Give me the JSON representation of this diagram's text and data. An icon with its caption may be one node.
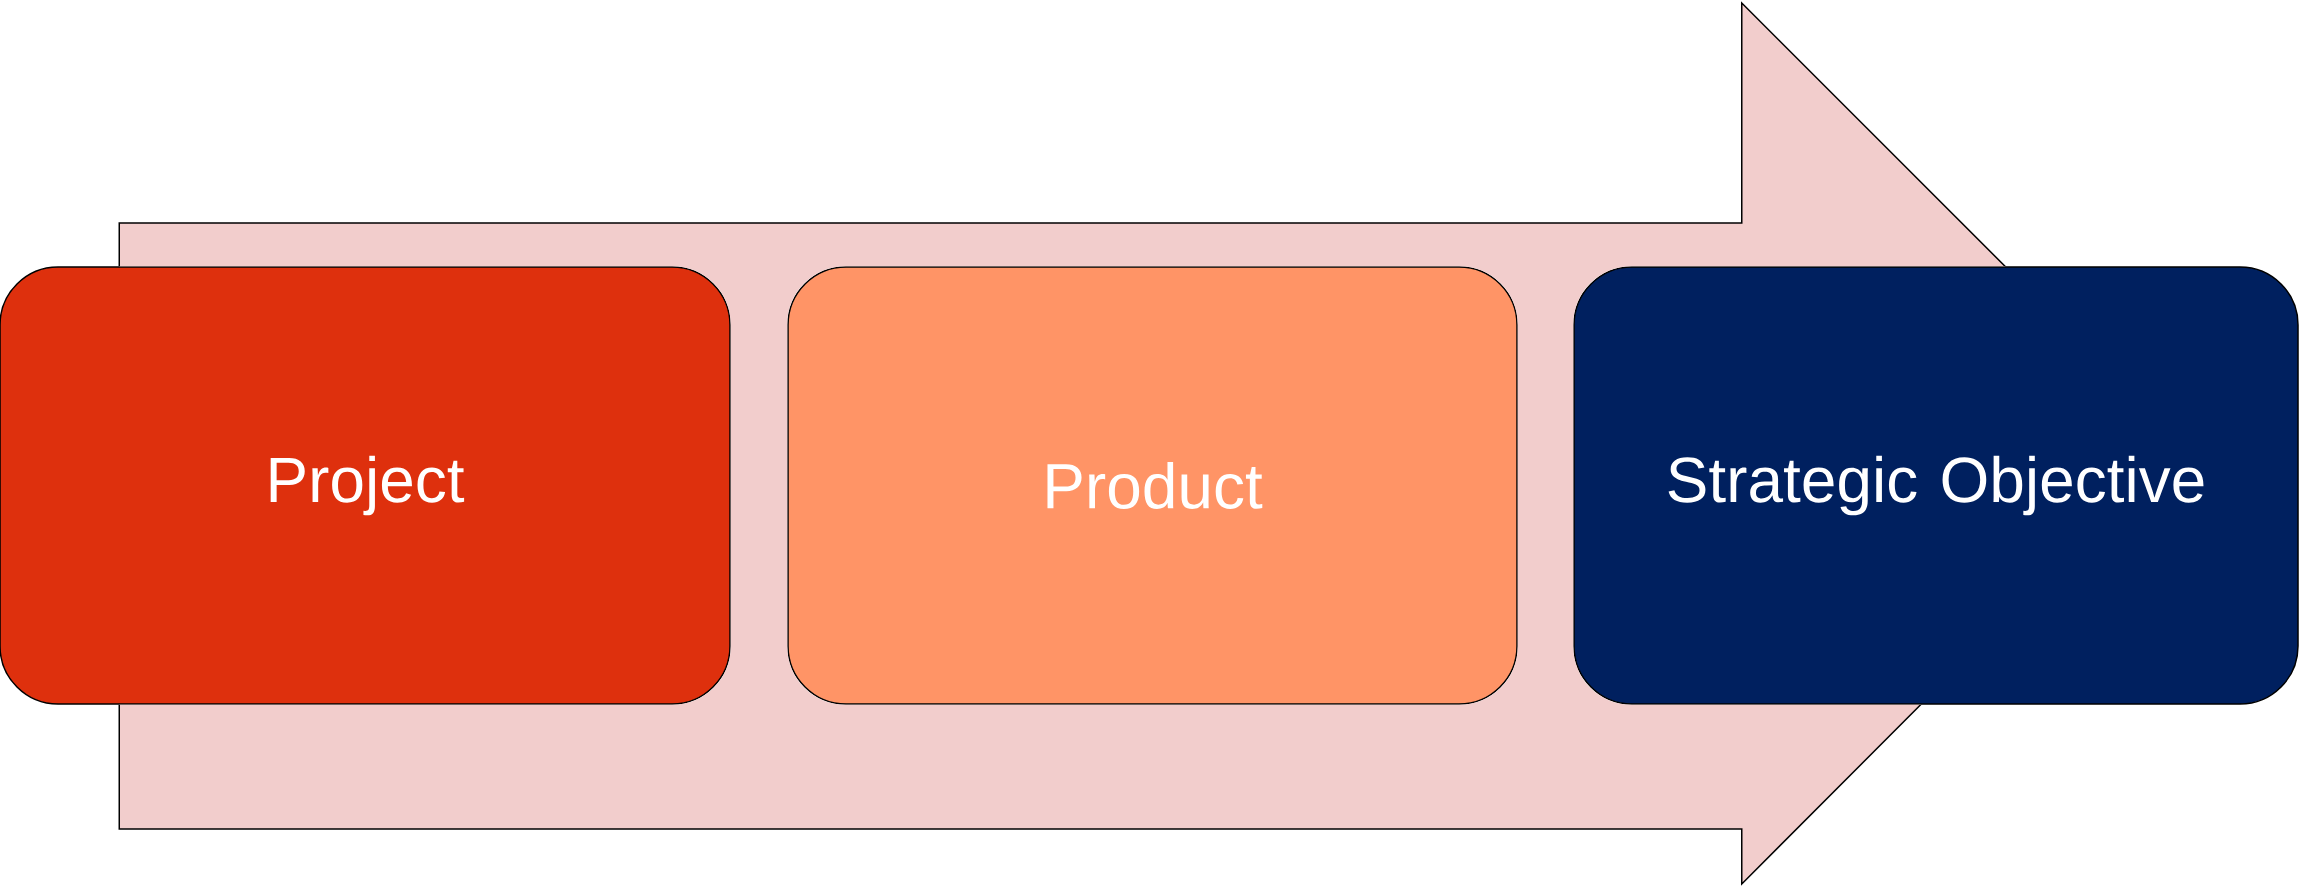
{
  "diagram": {
    "nodes": [
      {
        "text": [
          "Project"
        ]
      },
      {
        "text": [
          "Product"
        ]
      },
      {
        "text": [
          "Strategic Objective"
        ]
      }
    ],
    "edges": [
      {
        "from": 0,
        "to": 2,
        "arrow": "to"
      }
    ]
  }
}
